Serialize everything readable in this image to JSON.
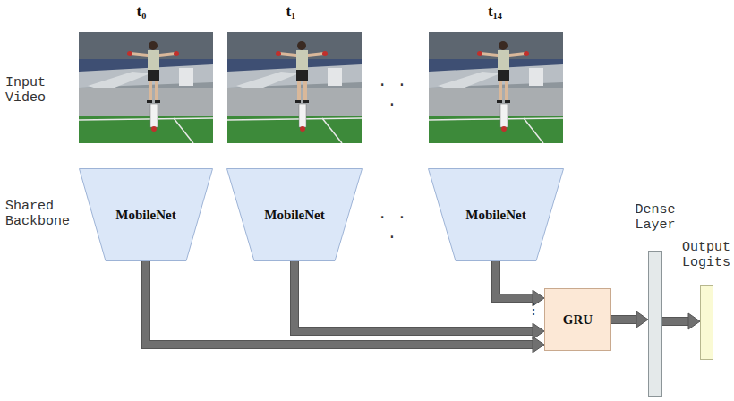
{
  "diagram": {
    "nodes": [
      {
        "text": [
          "MobileNet"
        ]
      },
      {
        "text": [
          "MobileNet"
        ]
      },
      {
        "text": [
          "MobileNet"
        ]
      },
      {
        "text": [
          "GRU"
        ]
      },
      {
        "text": [
          "Dense Layer"
        ]
      },
      {
        "text": [
          "Output Logits"
        ]
      }
    ],
    "edges": [
      {
        "from": 0,
        "to": 3,
        "arrow": "to"
      },
      {
        "from": 1,
        "to": 3,
        "arrow": "to"
      },
      {
        "from": 2,
        "to": 3,
        "arrow": "to"
      },
      {
        "from": 3,
        "to": 4,
        "arrow": "to"
      },
      {
        "from": 4,
        "to": 5,
        "arrow": "to"
      }
    ],
    "labels": [
      "t₀",
      "t₁",
      "t₁₄",
      "Input Video",
      "Shared Backbone",
      "· · ·",
      "· · ·",
      "⋮"
    ]
  }
}
